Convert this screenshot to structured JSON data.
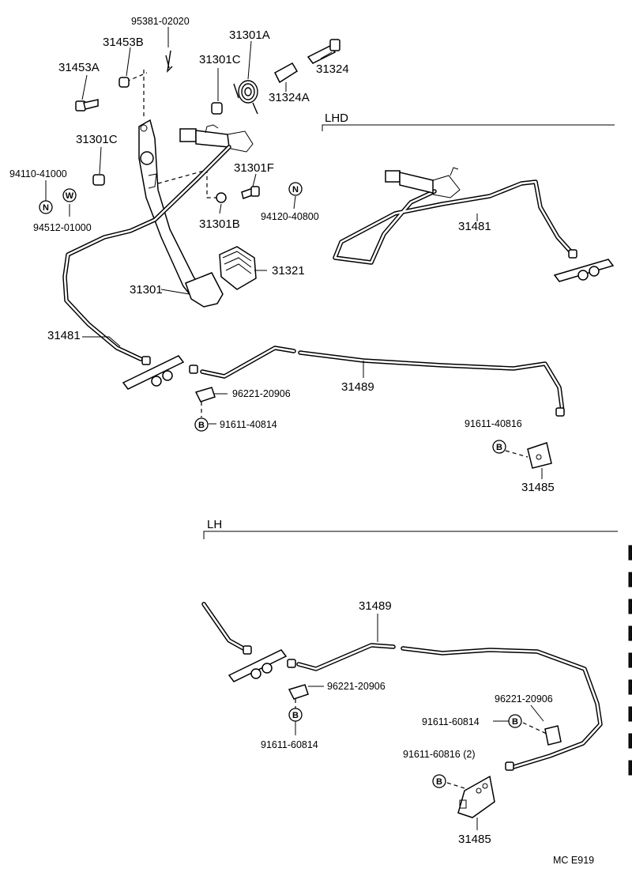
{
  "labels": {
    "p95381_02020": "95381-02020",
    "p31453b": "31453B",
    "p31301a": "31301A",
    "p31453a": "31453A",
    "p31301c_top": "31301C",
    "p31324": "31324",
    "p31324a": "31324A",
    "p31301c_mid": "31301C",
    "p31301f": "31301F",
    "p94110_41000": "94110-41000",
    "p94512_01000": "94512-01000",
    "p31301b": "31301B",
    "p94120_40800": "94120-40800",
    "p31481_lhd": "31481",
    "p31321": "31321",
    "p31301": "31301",
    "p31481": "31481",
    "p31489": "31489",
    "p96221_20906": "96221-20906",
    "p91611_40814": "91611-40814",
    "p91611_40816": "91611-40816",
    "p31485": "31485",
    "lh_p31489": "31489",
    "lh_p96221_20906_a": "96221-20906",
    "lh_p91611_60814_a": "91611-60814",
    "lh_p96221_20906_b": "96221-20906",
    "lh_p91611_60814_b": "91611-60814",
    "lh_p91611_60816": "91611-60816 (2)",
    "lh_p31485": "31485"
  },
  "sections": {
    "lhd": "LHD",
    "lh": "LH"
  },
  "badges": {
    "n": "N",
    "w": "W",
    "b": "B"
  },
  "footer": {
    "code": "MC  E919"
  }
}
